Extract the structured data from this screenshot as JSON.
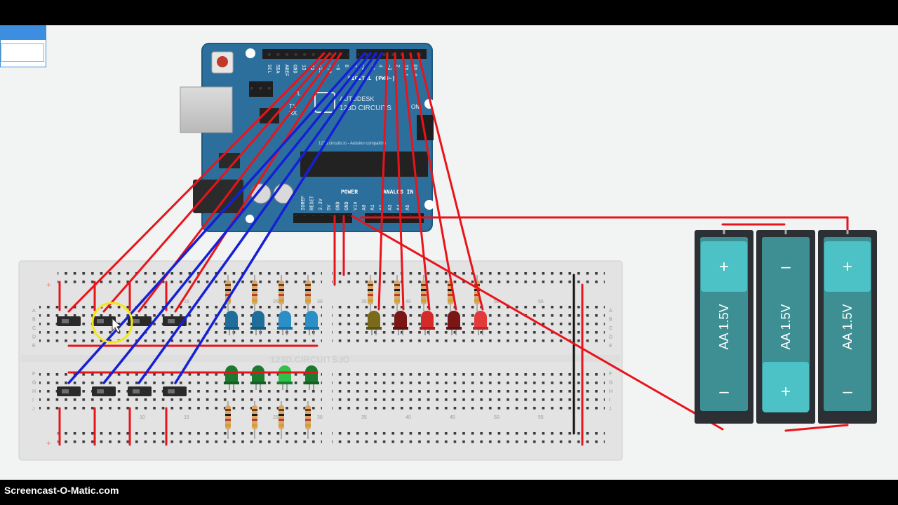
{
  "recorder": {
    "watermark": "Screencast-O-Matic.com"
  },
  "arduino": {
    "brand_line1": "AUTODESK",
    "brand_line2": "123D CIRCUITS",
    "website": "123d.circuits.io - Arduino compatible",
    "on_label": "ON",
    "tx_label": "TX",
    "rx_label": "RX",
    "l_label": "L",
    "digital_label": "DIGITAL (PWM~)",
    "power_label": "POWER",
    "analog_label": "ANALOG IN",
    "top_pins": [
      "SCL",
      "SDA",
      "AREF",
      "GND",
      "13",
      "12",
      "~11",
      "~10",
      "~9",
      "8",
      "7",
      "~6",
      "~5",
      "4",
      "~3",
      "2",
      "TX→1",
      "RX←0"
    ],
    "bottom_pins": [
      "IOREF",
      "RESET",
      "3.3V",
      "5V",
      "GND",
      "GND",
      "Vin",
      "A0",
      "A1",
      "A2",
      "A3",
      "A4",
      "A5"
    ]
  },
  "breadboard": {
    "watermark": "123D.CIRCUITS.IO",
    "row_letters_top": [
      "A",
      "B",
      "C",
      "D",
      "E"
    ],
    "row_letters_bottom": [
      "F",
      "G",
      "H",
      "I",
      "J"
    ],
    "column_numbers": [
      "10",
      "15",
      "25",
      "30",
      "35",
      "40",
      "45",
      "50",
      "55"
    ],
    "plus_label": "+"
  },
  "batteries": [
    {
      "label": "AA 1.5V",
      "top_terminal": "+",
      "bottom_terminal": "–"
    },
    {
      "label": "AA 1.5V",
      "top_terminal": "–",
      "bottom_terminal": "+"
    },
    {
      "label": "AA 1.5V",
      "top_terminal": "+",
      "bottom_terminal": "–"
    }
  ],
  "colors": {
    "arduino_blue": "#2d6f9c",
    "wire_red": "#e8141b",
    "wire_blue": "#1520d6",
    "battery_teal": "#3aa9ad",
    "battery_dark": "#2c2f33",
    "cursor_highlight": "#f5e51a"
  }
}
